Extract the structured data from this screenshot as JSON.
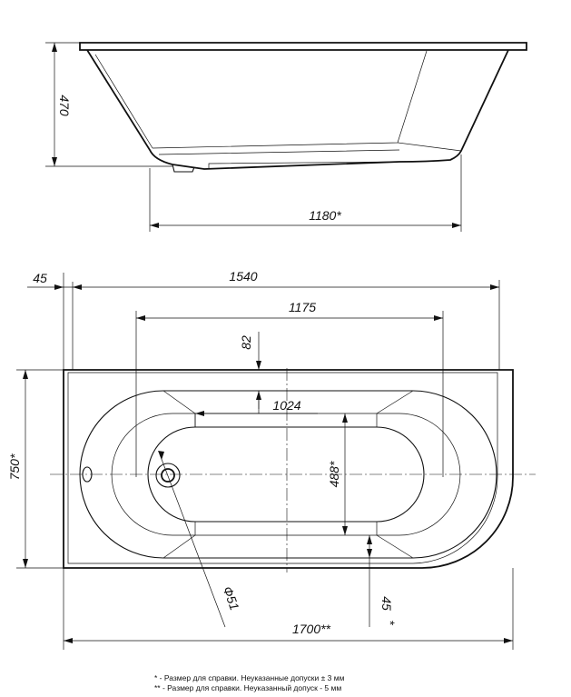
{
  "dimensions": {
    "height_side": "470",
    "bottom_length": "1180*",
    "end_offset": "45",
    "inner_top_length": "1540",
    "bowl_length": "1175",
    "rim_width": "82",
    "floor_length": "1024",
    "total_width": "750*",
    "floor_width": "488*",
    "drain_diameter": "Ф51",
    "end_rim": "45",
    "end_rim_star": "*",
    "total_length": "1700**"
  },
  "notes": [
    "* -  Размер для справки. Неуказанные допуски ± 3 мм",
    "** - Размер для справки. Неуказанный допуск - 5 мм"
  ]
}
